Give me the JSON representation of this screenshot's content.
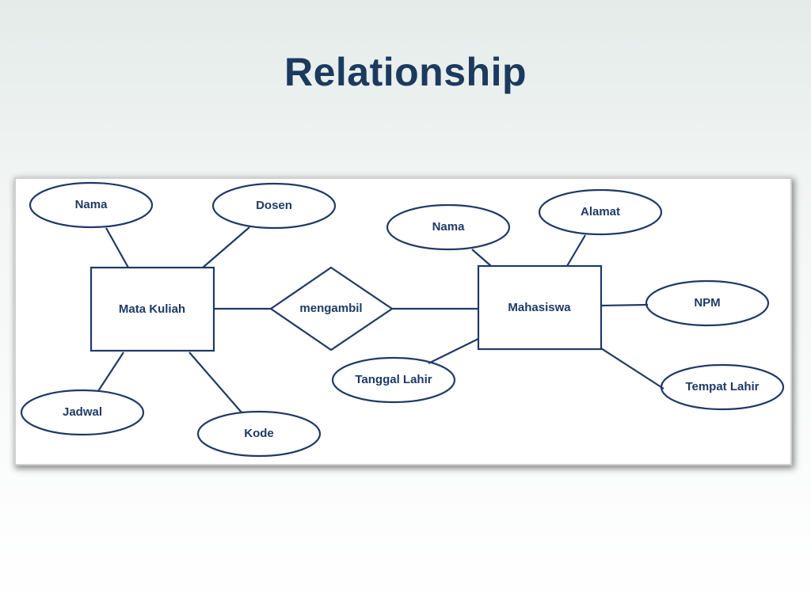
{
  "title": "Relationship",
  "colors": {
    "title": "#1b3a5e",
    "stroke": "#1f3a66",
    "text": "#1f3a66"
  },
  "diagram": {
    "entities": {
      "mata_kuliah": "Mata Kuliah",
      "mahasiswa": "Mahasiswa"
    },
    "relationship": "mengambil",
    "attributes_mata_kuliah": {
      "nama": "Nama",
      "dosen": "Dosen",
      "jadwal": "Jadwal",
      "kode": "Kode"
    },
    "attributes_mahasiswa": {
      "nama": "Nama",
      "alamat": "Alamat",
      "npm": "NPM",
      "tanggal_lahir": "Tanggal Lahir",
      "tempat_lahir": "Tempat Lahir"
    }
  }
}
